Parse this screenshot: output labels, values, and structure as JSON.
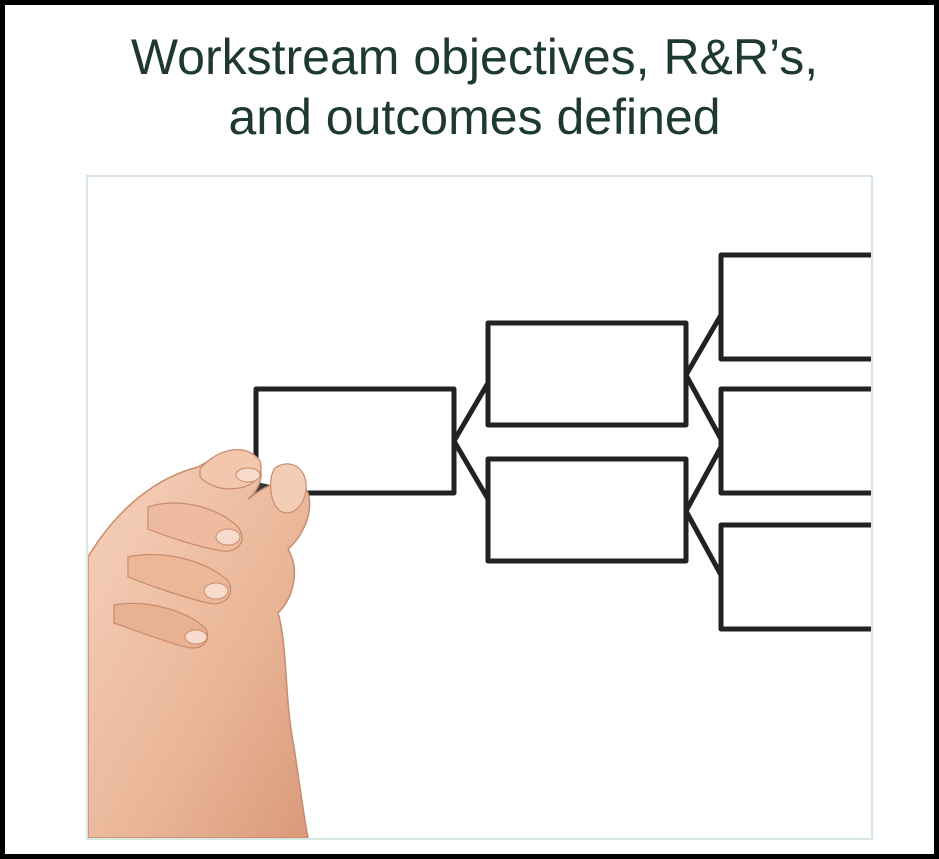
{
  "slide": {
    "title_line_1": "Workstream objectives, R&R’s,",
    "title_line_2": "and outcomes defined"
  },
  "colors": {
    "title_text": "#1e3a2f",
    "photo_border": "#d7e8e1",
    "sketch_stroke": "#222222",
    "skin": "#f0c3a8"
  },
  "illustration": {
    "subject": "hand-drawing-org-chart",
    "icon": "hand-with-marker-icon"
  }
}
